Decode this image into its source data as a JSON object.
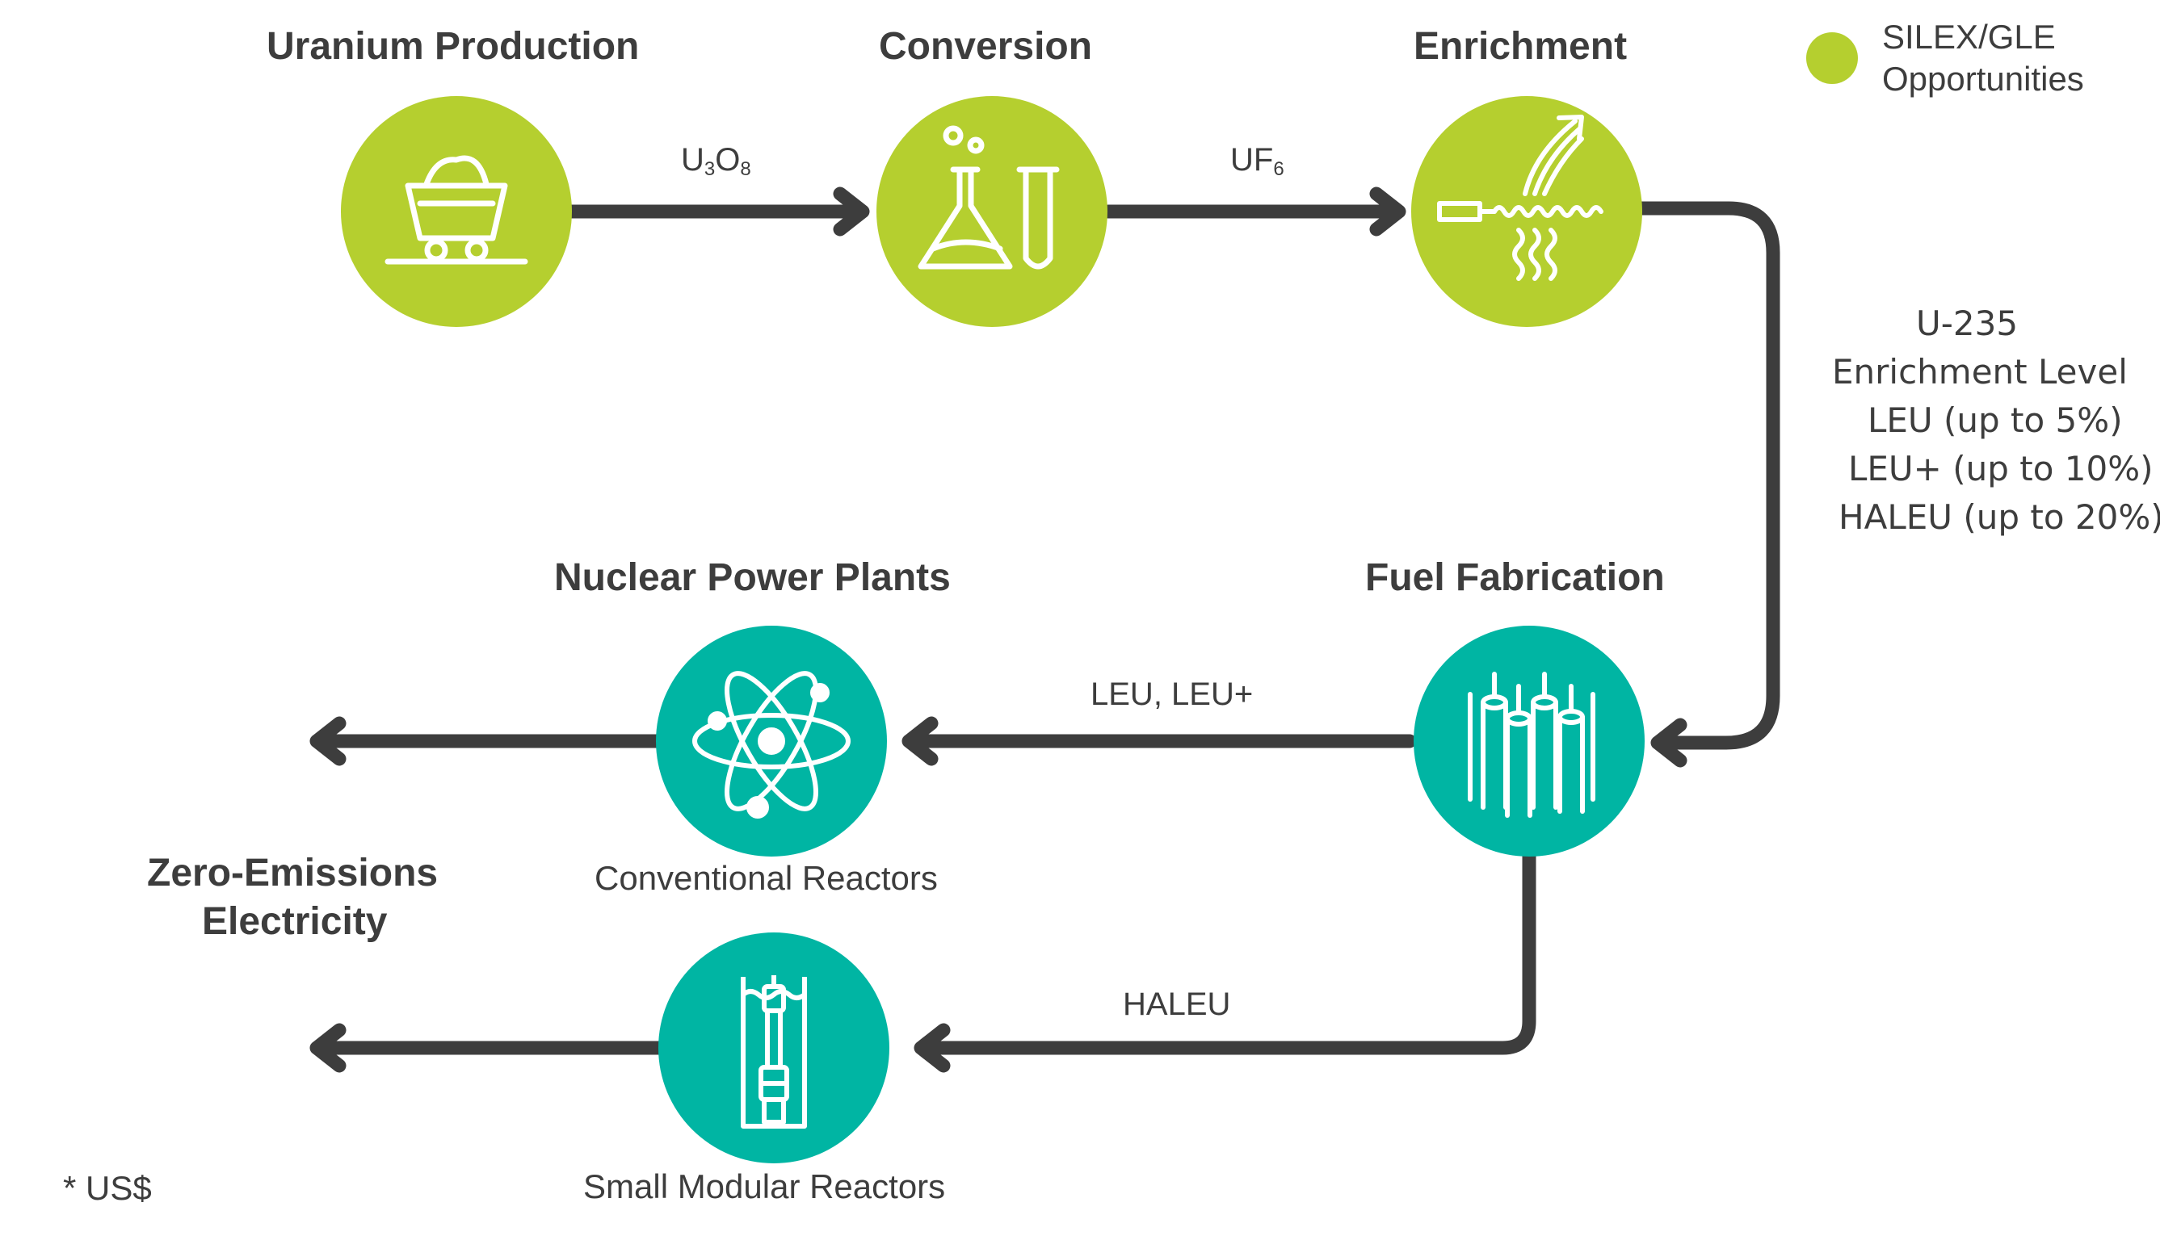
{
  "stages": {
    "uranium_production": "Uranium Production",
    "conversion": "Conversion",
    "enrichment": "Enrichment",
    "fuel_fabrication": "Fuel Fabrication",
    "nuclear_power_plants": "Nuclear Power Plants"
  },
  "flows": {
    "u3o8": {
      "a": "U",
      "a_sub": "3",
      "b": "O",
      "b_sub": "8"
    },
    "uf6": {
      "a": "UF",
      "a_sub": "6"
    },
    "leu": "LEU, LEU+",
    "haleu": "HALEU"
  },
  "enrichment_levels": [
    "U-235",
    "Enrichment Level",
    "LEU (up to 5%)",
    "LEU+ (up to 10%)",
    "HALEU (up to 20%)"
  ],
  "reactors": {
    "conventional": "Conventional Reactors",
    "smr": "Small Modular Reactors"
  },
  "output": {
    "line1": "Zero-Emissions",
    "line2": "Electricity"
  },
  "legend": {
    "line1": "SILEX/GLE",
    "line2": "Opportunities"
  },
  "footnote": "* US$",
  "colors": {
    "lime": "#b5cf2f",
    "teal": "#00b5a3",
    "arrow": "#3d3d3d",
    "text": "#3d3d3d"
  }
}
